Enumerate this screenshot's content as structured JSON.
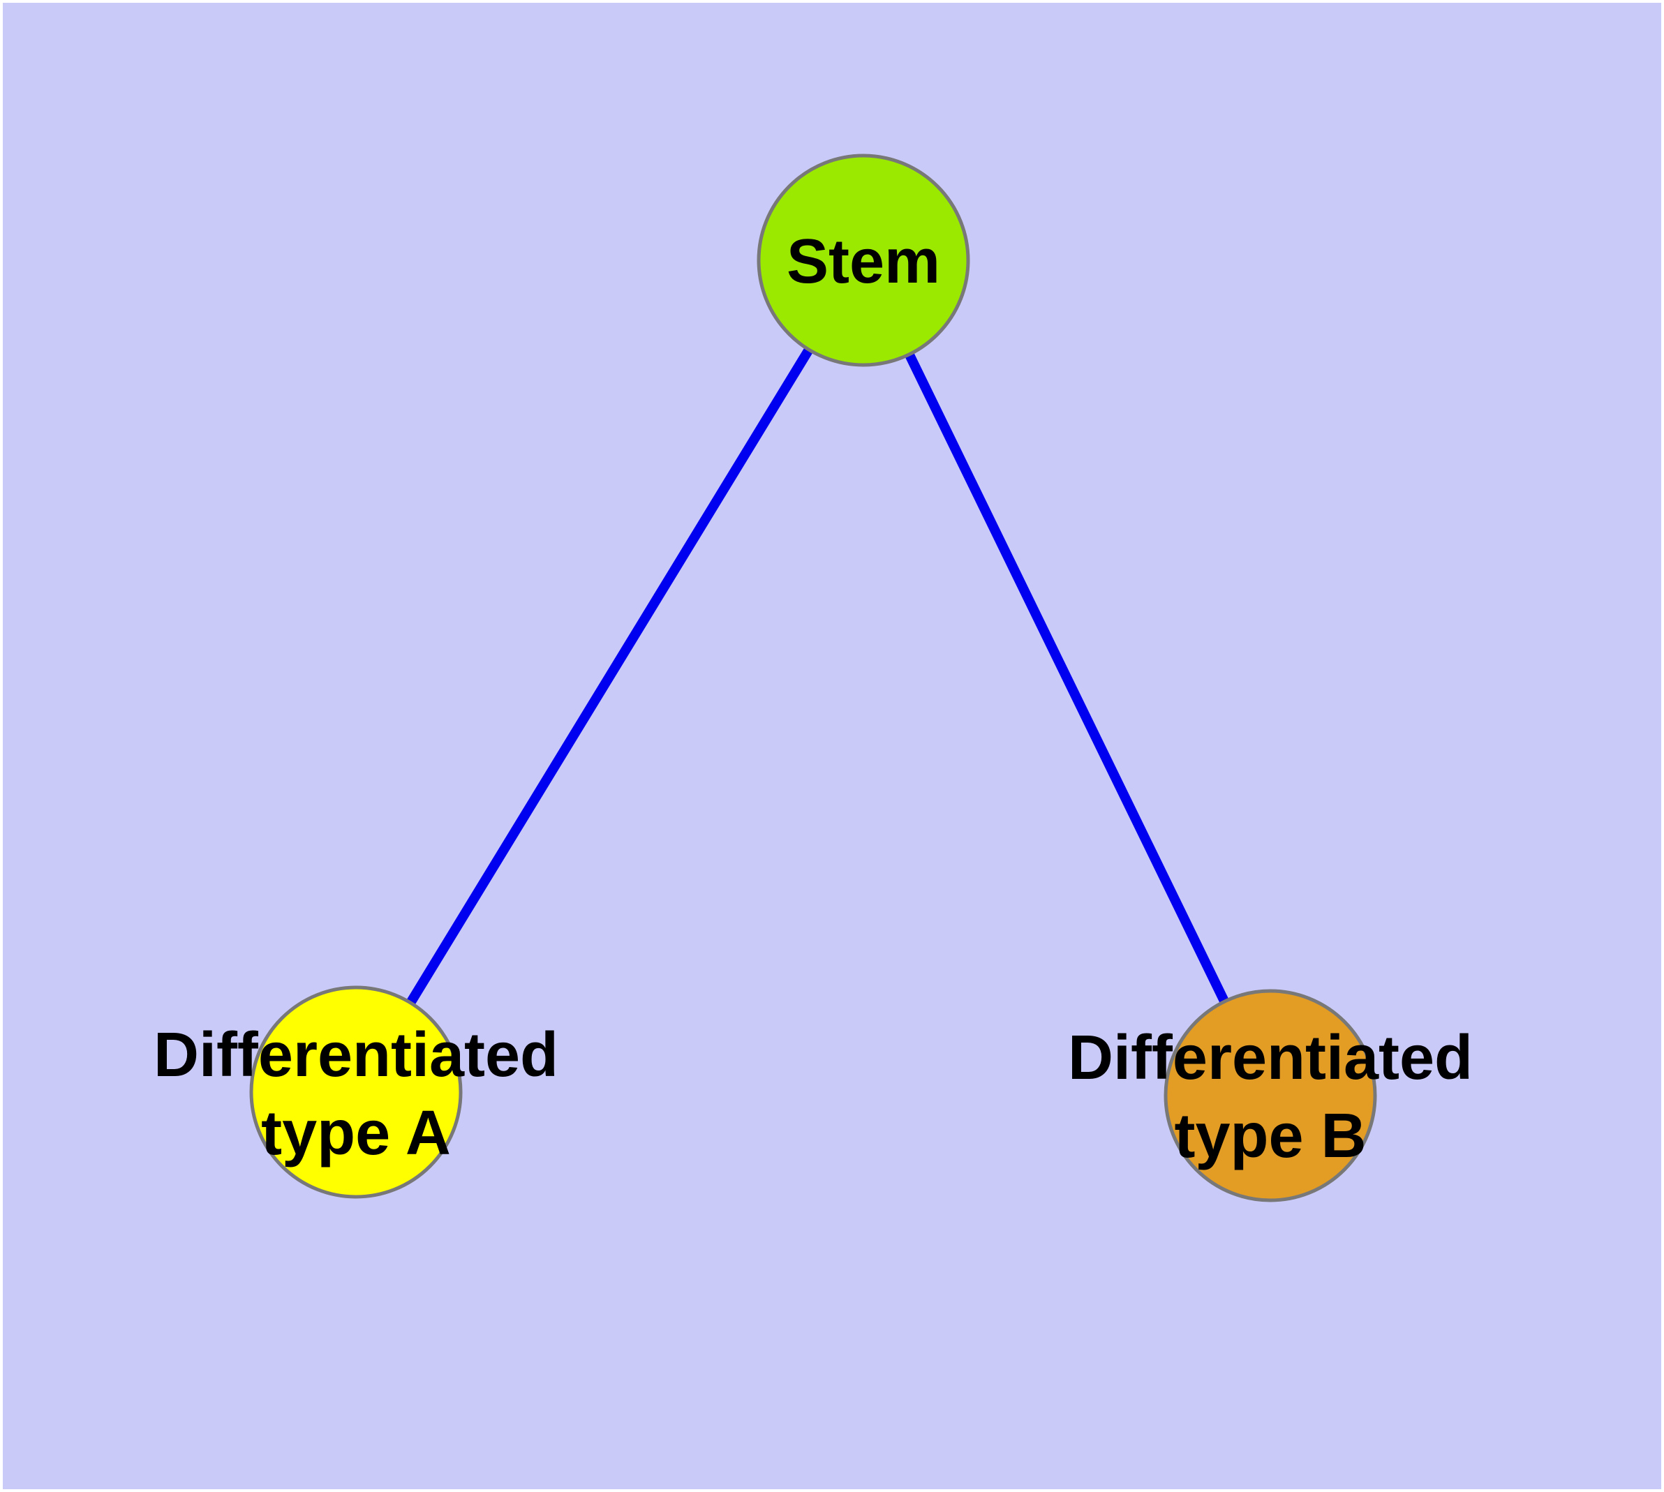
{
  "diagram": {
    "background_color": "#CACAF9",
    "frame_color": "#FFFFFF",
    "edge_color": "#0000F0",
    "node_border_color": "#787878",
    "label_color": "#000000",
    "nodes": [
      {
        "id": "stem",
        "label": "Stem",
        "fill": "#9BE800"
      },
      {
        "id": "differentiated-type-a",
        "label_line1": "Differentiated",
        "label_line2": "type A",
        "fill": "#FFFF00"
      },
      {
        "id": "differentiated-type-b",
        "label_line1": "Differentiated",
        "label_line2": "type B",
        "fill": "#E39C24"
      }
    ],
    "edges": [
      {
        "from": "Stem",
        "to": "Differentiated type A"
      },
      {
        "from": "Stem",
        "to": "Differentiated type B"
      }
    ]
  }
}
